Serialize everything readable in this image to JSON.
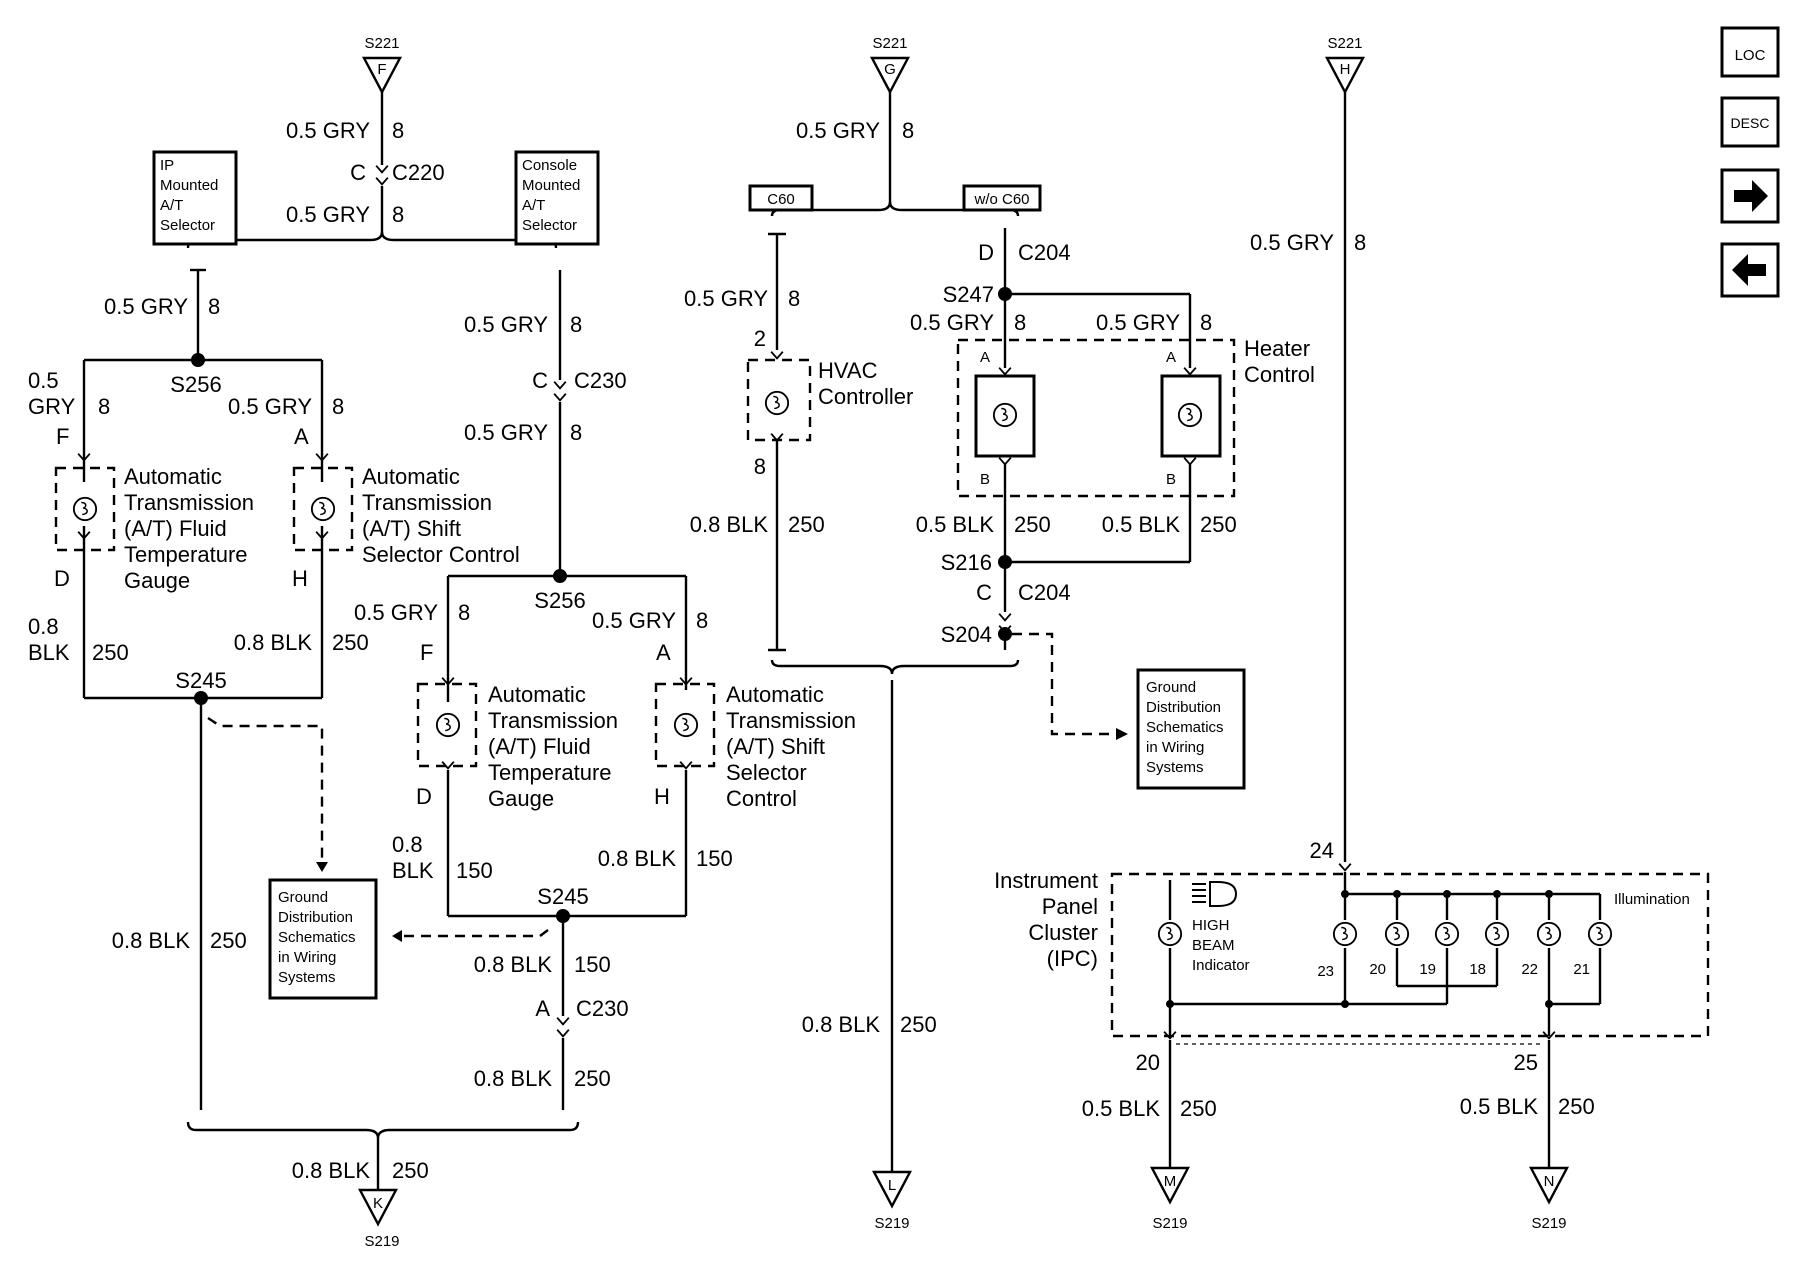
{
  "connectors_top": {
    "f": {
      "splice": "S221",
      "letter": "F"
    },
    "g": {
      "splice": "S221",
      "letter": "G"
    },
    "h": {
      "splice": "S221",
      "letter": "H"
    }
  },
  "connectors_bottom": {
    "k": {
      "splice": "S219",
      "letter": "K"
    },
    "l": {
      "splice": "S219",
      "letter": "L"
    },
    "m": {
      "splice": "S219",
      "letter": "M"
    },
    "n": {
      "splice": "S219",
      "letter": "N"
    }
  },
  "nav_buttons": {
    "loc": "LOC",
    "desc": "DESC",
    "next": "→",
    "prev": "←"
  },
  "wire_gray": "0.5 GRY",
  "wire_black_08": "0.8 BLK",
  "wire_black_05": "0.5 BLK",
  "circuit_8": "8",
  "circuit_250": "250",
  "circuit_150": "150",
  "connectors": {
    "c220": "C220",
    "c230": "C230",
    "c204": "C204",
    "pin_c": "C",
    "pin_a": "A",
    "pin_d": "D",
    "pin_f": "F",
    "pin_h": "H",
    "pin_b": "B"
  },
  "splices": {
    "s256": "S256",
    "s245": "S245",
    "s247": "S247",
    "s216": "S216",
    "s204": "S204"
  },
  "option_boxes": {
    "ip_mounted": [
      "IP",
      "Mounted",
      "A/T",
      "Selector"
    ],
    "console_mounted": [
      "Console",
      "Mounted",
      "A/T",
      "Selector"
    ],
    "c60": "C60",
    "wo_c60": "w/o C60"
  },
  "components": {
    "at_fluid_temp": [
      "Automatic",
      "Transmission",
      "(A/T) Fluid",
      "Temperature",
      "Gauge"
    ],
    "at_shift_selector": [
      "Automatic",
      "Transmission",
      "(A/T) Shift",
      "Selector Control"
    ],
    "at_shift_selector_2": [
      "Automatic",
      "Transmission",
      "(A/T) Shift",
      "Selector",
      "Control"
    ],
    "hvac": [
      "HVAC",
      "Controller"
    ],
    "heater": [
      "Heater",
      "Control"
    ],
    "ipc": [
      "Instrument",
      "Panel",
      "Cluster",
      "(IPC)"
    ],
    "high_beam": [
      "HIGH",
      "BEAM",
      "Indicator"
    ],
    "illumination": "Illumination"
  },
  "ground_ref": [
    "Ground",
    "Distribution",
    "Schematics",
    "in Wiring",
    "Systems"
  ],
  "pins": {
    "p2": "2",
    "p8": "8",
    "p24": "24",
    "p23": "23",
    "p20": "20",
    "p19": "19",
    "p18": "18",
    "p22": "22",
    "p21": "21",
    "p25": "25"
  }
}
